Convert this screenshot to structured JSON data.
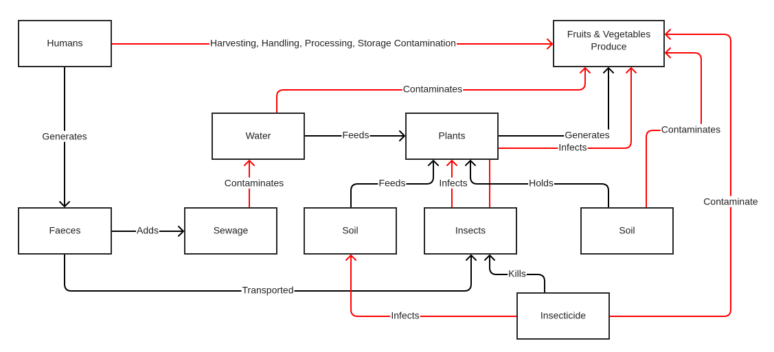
{
  "diagram": {
    "colors": {
      "causal": "#000000",
      "contamination": "#ff0000"
    },
    "nodes": [
      {
        "id": "humans",
        "label": "Humans"
      },
      {
        "id": "fruits",
        "label": "Fruits & Vegetables\nProduce"
      },
      {
        "id": "water",
        "label": "Water"
      },
      {
        "id": "plants",
        "label": "Plants"
      },
      {
        "id": "faeces",
        "label": "Faeces"
      },
      {
        "id": "sewage",
        "label": "Sewage"
      },
      {
        "id": "soil1",
        "label": "Soil"
      },
      {
        "id": "insects",
        "label": "Insects"
      },
      {
        "id": "soil2",
        "label": "Soil"
      },
      {
        "id": "insecticide",
        "label": "Insecticide"
      }
    ],
    "edges": [
      {
        "id": "e1",
        "from": "humans",
        "to": "fruits",
        "label": "Harvesting, Handling, Processing, Storage Contamination",
        "type": "contamination"
      },
      {
        "id": "e2",
        "from": "humans",
        "to": "faeces",
        "label": "Generates",
        "type": "causal"
      },
      {
        "id": "e3",
        "from": "water",
        "to": "fruits",
        "label": "Contaminates",
        "type": "contamination"
      },
      {
        "id": "e4",
        "from": "water",
        "to": "plants",
        "label": "Feeds",
        "type": "causal"
      },
      {
        "id": "e5",
        "from": "plants",
        "to": "fruits",
        "label": "Generates",
        "type": "causal"
      },
      {
        "id": "e6",
        "from": "insects",
        "to": "fruits",
        "label": "Infects",
        "type": "contamination"
      },
      {
        "id": "e7",
        "from": "soil2",
        "to": "fruits",
        "label": "Contaminates",
        "type": "contamination"
      },
      {
        "id": "e8",
        "from": "insecticide",
        "to": "fruits",
        "label": "Contaminate",
        "type": "contamination"
      },
      {
        "id": "e9",
        "from": "sewage",
        "to": "water",
        "label": "Contaminates",
        "type": "contamination"
      },
      {
        "id": "e10",
        "from": "soil1",
        "to": "plants",
        "label": "Feeds",
        "type": "causal"
      },
      {
        "id": "e11",
        "from": "insects",
        "to": "plants",
        "label": "Infects",
        "type": "contamination"
      },
      {
        "id": "e12",
        "from": "soil2",
        "to": "plants",
        "label": "Holds",
        "type": "causal"
      },
      {
        "id": "e13",
        "from": "faeces",
        "to": "sewage",
        "label": "Adds",
        "type": "causal"
      },
      {
        "id": "e14",
        "from": "faeces",
        "to": "insects",
        "label": "Transported",
        "type": "causal"
      },
      {
        "id": "e15",
        "from": "insecticide",
        "to": "insects",
        "label": "Kills",
        "type": "causal"
      },
      {
        "id": "e16",
        "from": "insecticide",
        "to": "soil1",
        "label": "Infects",
        "type": "contamination"
      }
    ]
  }
}
